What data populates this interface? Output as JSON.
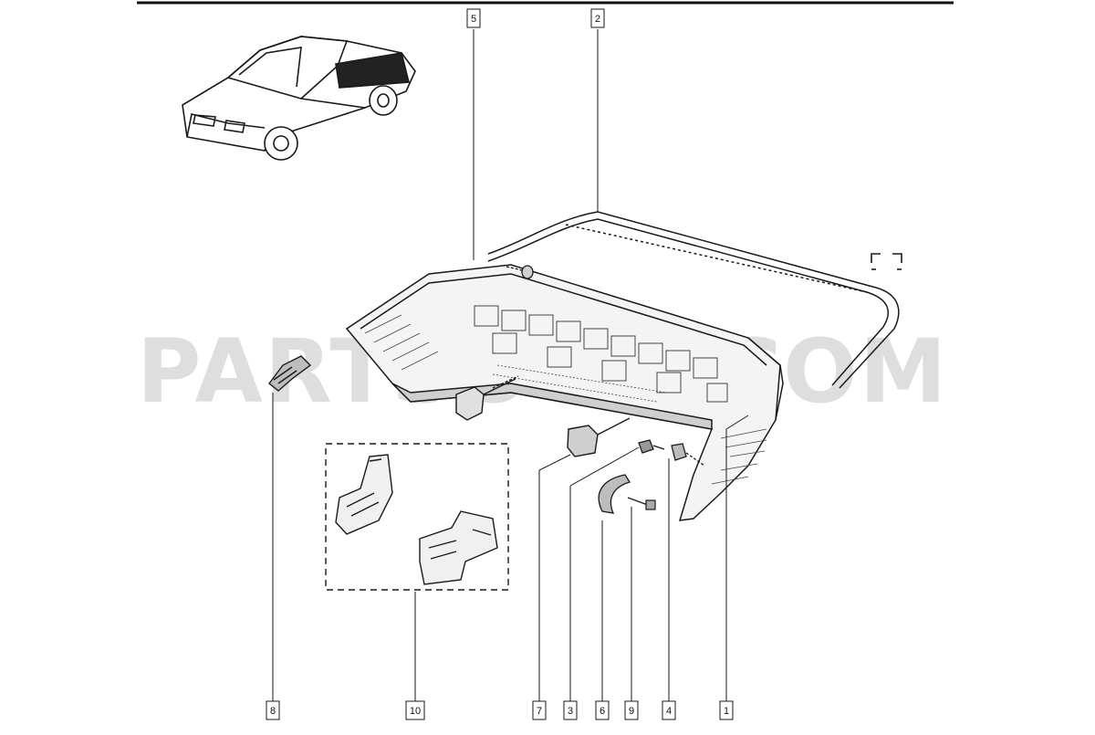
{
  "watermark": {
    "text": "PARTSOUQ.COM"
  },
  "callouts": [
    {
      "id": "1",
      "label": "1"
    },
    {
      "id": "2",
      "label": "2"
    },
    {
      "id": "3",
      "label": "3"
    },
    {
      "id": "4",
      "label": "4"
    },
    {
      "id": "5",
      "label": "5"
    },
    {
      "id": "6",
      "label": "6"
    },
    {
      "id": "7",
      "label": "7"
    },
    {
      "id": "8",
      "label": "8"
    },
    {
      "id": "9",
      "label": "9"
    },
    {
      "id": "10",
      "label": "10"
    }
  ],
  "colors": {
    "line": "#1a1a1a",
    "watermark": "#d9d9d9"
  },
  "icons": [
    "car-thumbnail-icon",
    "rear-bumper-illustration",
    "bracket-set-illustration",
    "corner-mark-icon"
  ]
}
